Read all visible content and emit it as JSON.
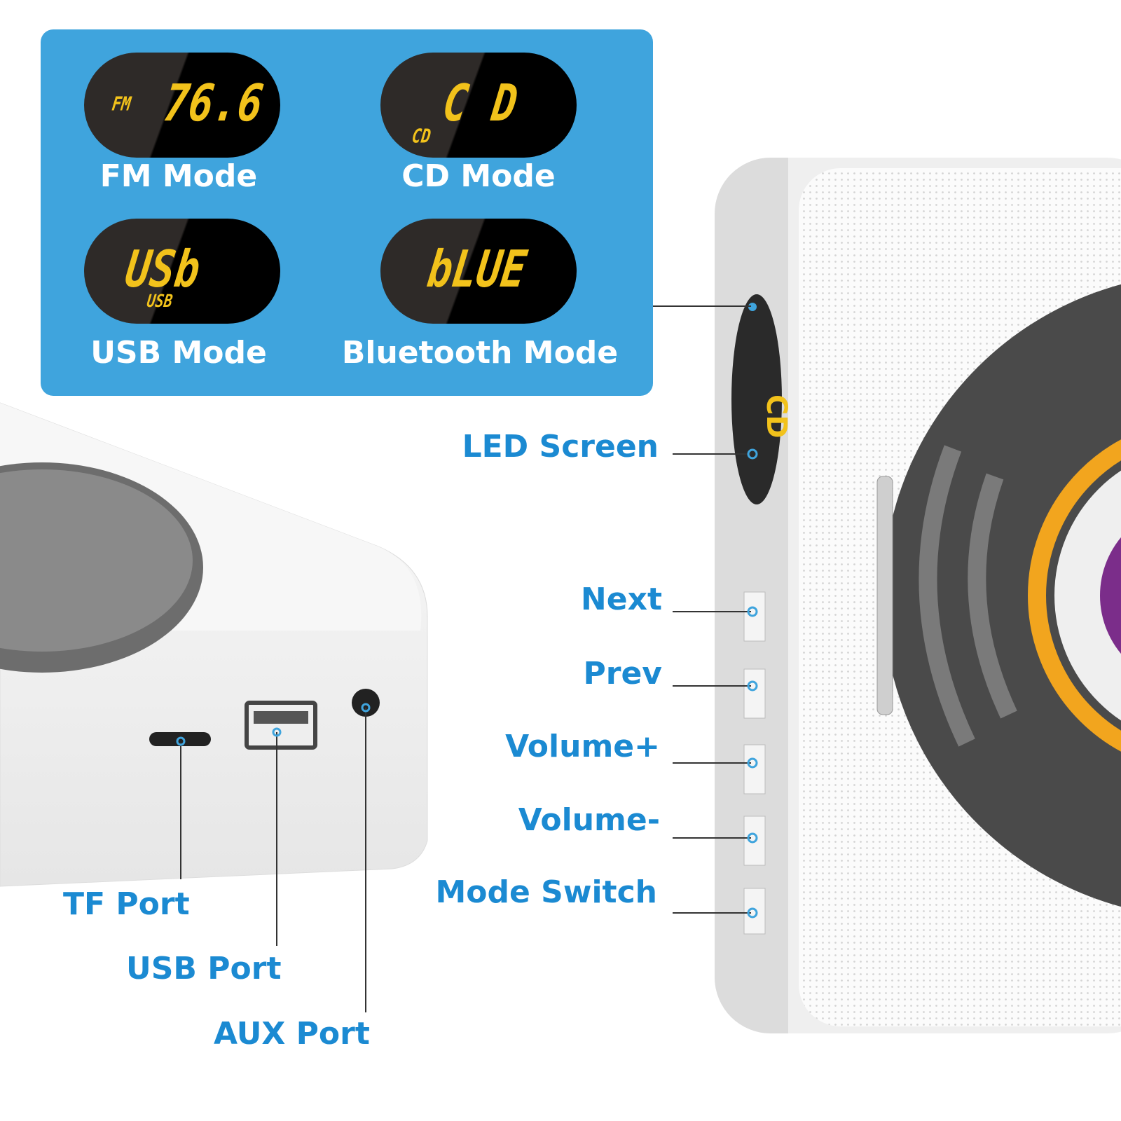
{
  "accent_color": "#3fa4dd",
  "label_color": "#1b8ad2",
  "led_color": "#f2c21b",
  "modes": [
    {
      "label": "FM Mode",
      "display": "76.6",
      "indicator": "FM"
    },
    {
      "label": "CD Mode",
      "display": "C D",
      "indicator": "CD"
    },
    {
      "label": "USB Mode",
      "display": "USb",
      "indicator": "USB"
    },
    {
      "label": "Bluetooth Mode",
      "display": "bLUE",
      "indicator": ""
    }
  ],
  "side_labels": [
    "LED Screen",
    "Next",
    "Prev",
    "Volume+",
    "Volume-",
    "Mode Switch"
  ],
  "port_labels": [
    "TF Port",
    "USB Port",
    "AUX Port"
  ]
}
